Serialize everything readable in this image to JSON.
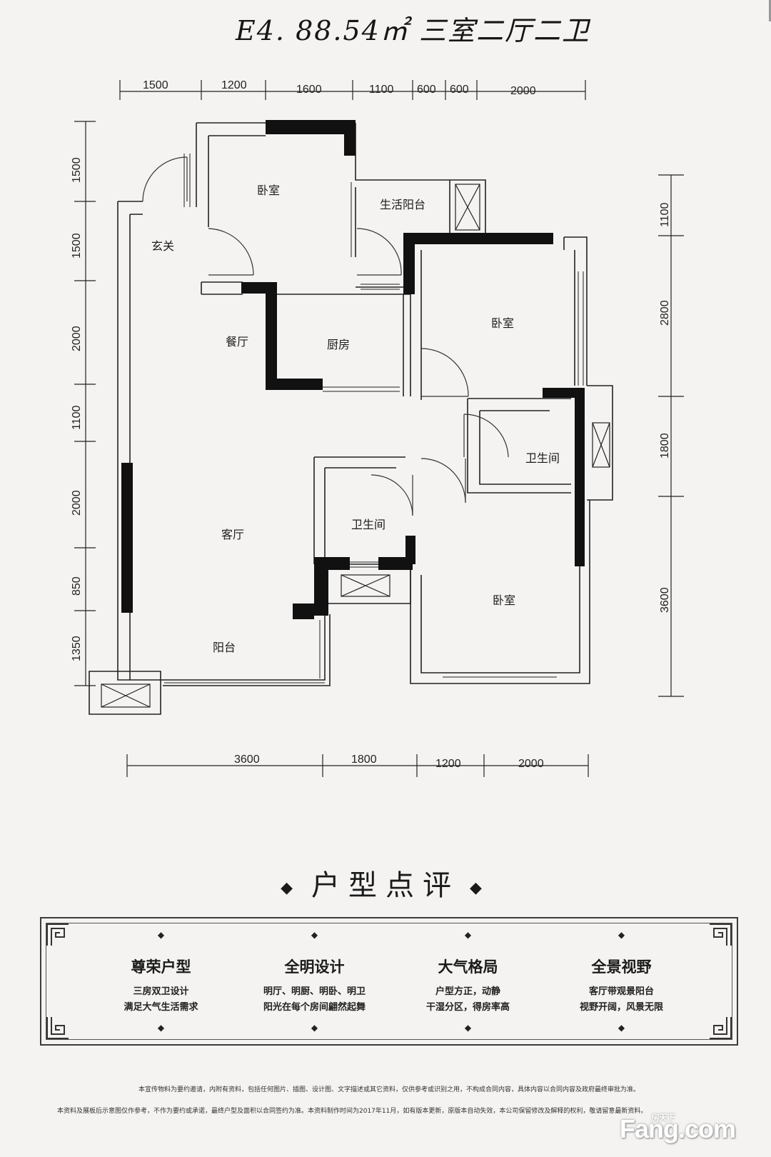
{
  "plan": {
    "title": "E4. 88.54㎡ 三室二厅二卫",
    "dims_top": [
      "1500",
      "1200",
      "1600",
      "1100",
      "600",
      "600",
      "2000"
    ],
    "dims_bottom": [
      "3600",
      "1800",
      "1200",
      "2000"
    ],
    "dims_left": [
      "1500",
      "1500",
      "2000",
      "1100",
      "2000",
      "850",
      "1350"
    ],
    "dims_right": [
      "1100",
      "2800",
      "1800",
      "3600"
    ],
    "rooms": {
      "bedroom_top": "卧室",
      "utility_balcony": "生活阳台",
      "entrance": "玄关",
      "dining": "餐厅",
      "kitchen": "厨房",
      "bedroom_right": "卧室",
      "bath_right": "卫生间",
      "living": "客厅",
      "bath_center": "卫生间",
      "bedroom_bottom": "卧室",
      "balcony": "阳台"
    }
  },
  "review": {
    "heading": "户型点评",
    "items": [
      {
        "title": "尊荣户型",
        "line1": "三房双卫设计",
        "line2": "满足大气生活需求"
      },
      {
        "title": "全明设计",
        "line1": "明厅、明厨、明卧、明卫",
        "line2": "阳光在每个房间翩然起舞"
      },
      {
        "title": "大气格局",
        "line1": "户型方正，动静",
        "line2": "干湿分区，得房率高"
      },
      {
        "title": "全景视野",
        "line1": "客厅带观景阳台",
        "line2": "视野开阔，风景无限"
      }
    ]
  },
  "disclaimer": {
    "line1": "本宣传物料为要约邀请，内附有资料，包括任何图片、插图、设计图、文字描述或其它资料，仅供参考或识别之用，不构成合同内容，具体内容以合同内容及政府最终审批为准。",
    "line2": "本资料及展板后示意图仅作参考，不作为要约或承诺，最终户型及面积以合同签约为准。本资料制作时间为2017年11月，如有版本更新，原版本自动失效，本公司保留修改及解释的权利，敬请留意最新资料。"
  },
  "watermark": {
    "brand": "Fang.com",
    "cn": "房天下"
  }
}
